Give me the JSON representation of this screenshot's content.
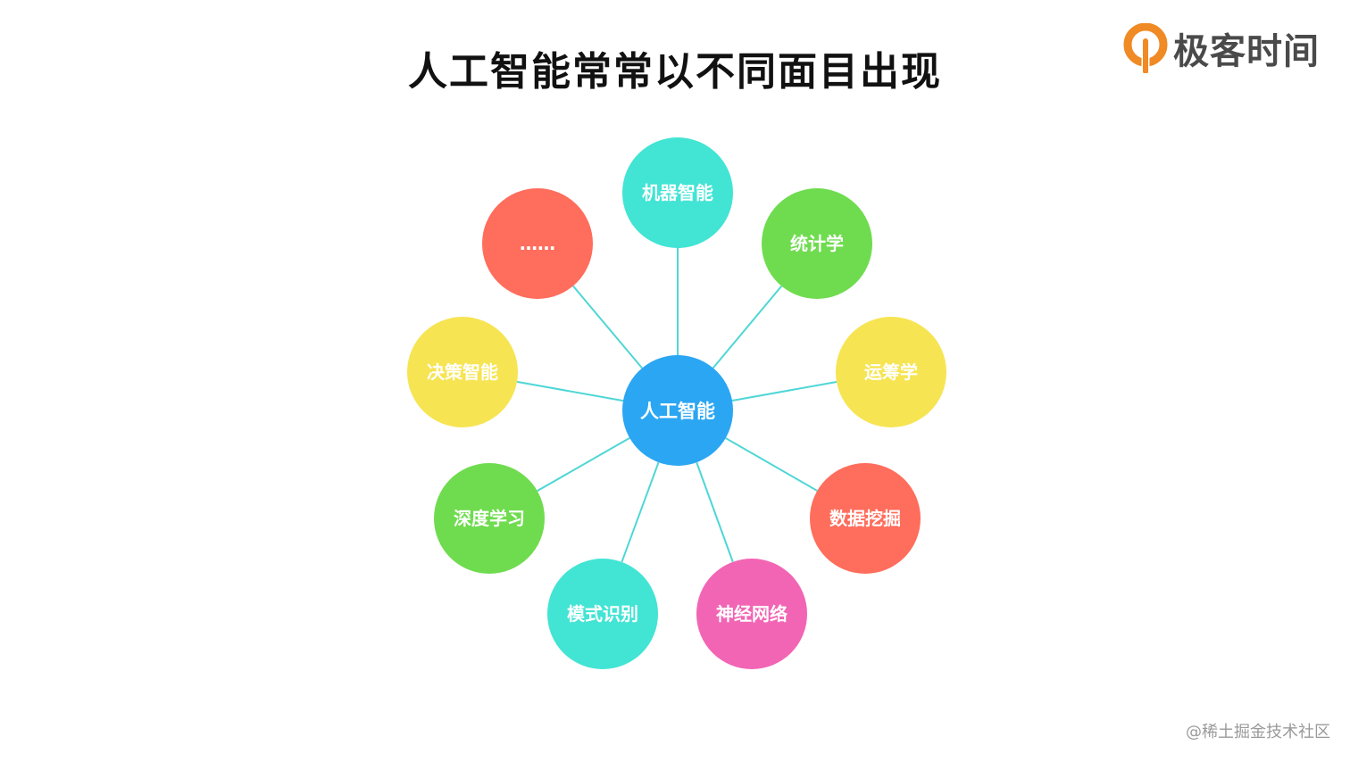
{
  "title": "人工智能常常以不同面目出现",
  "logo": {
    "text": "极客时间",
    "icon": "geektime-logo-icon",
    "color": "#f08a24"
  },
  "watermark": "@稀土掘金技术社区",
  "diagram": {
    "center": {
      "label": "人工智能",
      "color": "#2ba6f3"
    },
    "line_color": "#4fd6d6",
    "nodes": [
      {
        "label": "机器智能",
        "color": "#42e4d4"
      },
      {
        "label": "统计学",
        "color": "#6fdc4f"
      },
      {
        "label": "运筹学",
        "color": "#f6e452"
      },
      {
        "label": "数据挖掘",
        "color": "#ff6d5c"
      },
      {
        "label": "神经网络",
        "color": "#f265b4"
      },
      {
        "label": "模式识别",
        "color": "#42e4d4"
      },
      {
        "label": "深度学习",
        "color": "#6fdc4f"
      },
      {
        "label": "决策智能",
        "color": "#f6e452"
      },
      {
        "label": "……",
        "color": "#ff6d5c"
      }
    ]
  }
}
